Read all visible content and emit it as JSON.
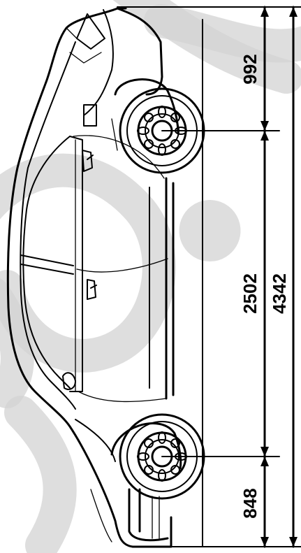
{
  "diagram": {
    "orientation": "rotated-90-ccw",
    "dimensions": {
      "front_overhang": "992",
      "wheelbase": "2502",
      "overall_length": "4342",
      "rear_overhang": "848"
    },
    "colors": {
      "line": "#000000",
      "background": "#ffffff",
      "watermark": "#d3d3d3"
    }
  }
}
